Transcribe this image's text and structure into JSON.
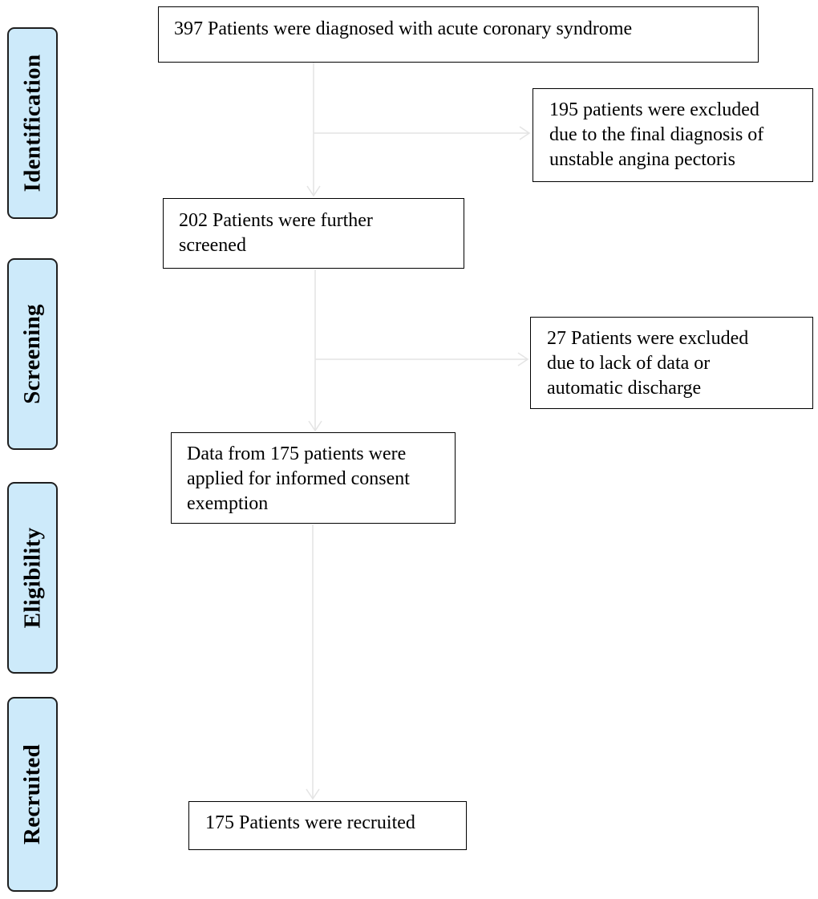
{
  "phases": {
    "identification": "Identification",
    "screening": "Screening",
    "eligibility": "Eligibility",
    "recruited": "Recruited"
  },
  "boxes": {
    "diagnosed": "397 Patients were diagnosed with acute coronary syndrome",
    "excluded_unstable_angina": {
      "line1": "195 patients were excluded",
      "line2": "due to the final diagnosis of",
      "line3": "unstable angina pectoris"
    },
    "further_screened": {
      "line1": "202 Patients were further",
      "line2": "screened"
    },
    "excluded_lack_of_data": {
      "line1": "27 Patients were excluded",
      "line2": "due to lack of data or",
      "line3": "automatic discharge"
    },
    "consent_exemption": {
      "line1": "Data from 175 patients were",
      "line2": "applied for informed consent",
      "line3": "exemption"
    },
    "recruited": "175 Patients were recruited"
  },
  "colors": {
    "phase_fill": "#cdeafa",
    "phase_border": "#1f1f1f",
    "box_border": "#000000",
    "arrow": "#e4e4e4"
  }
}
